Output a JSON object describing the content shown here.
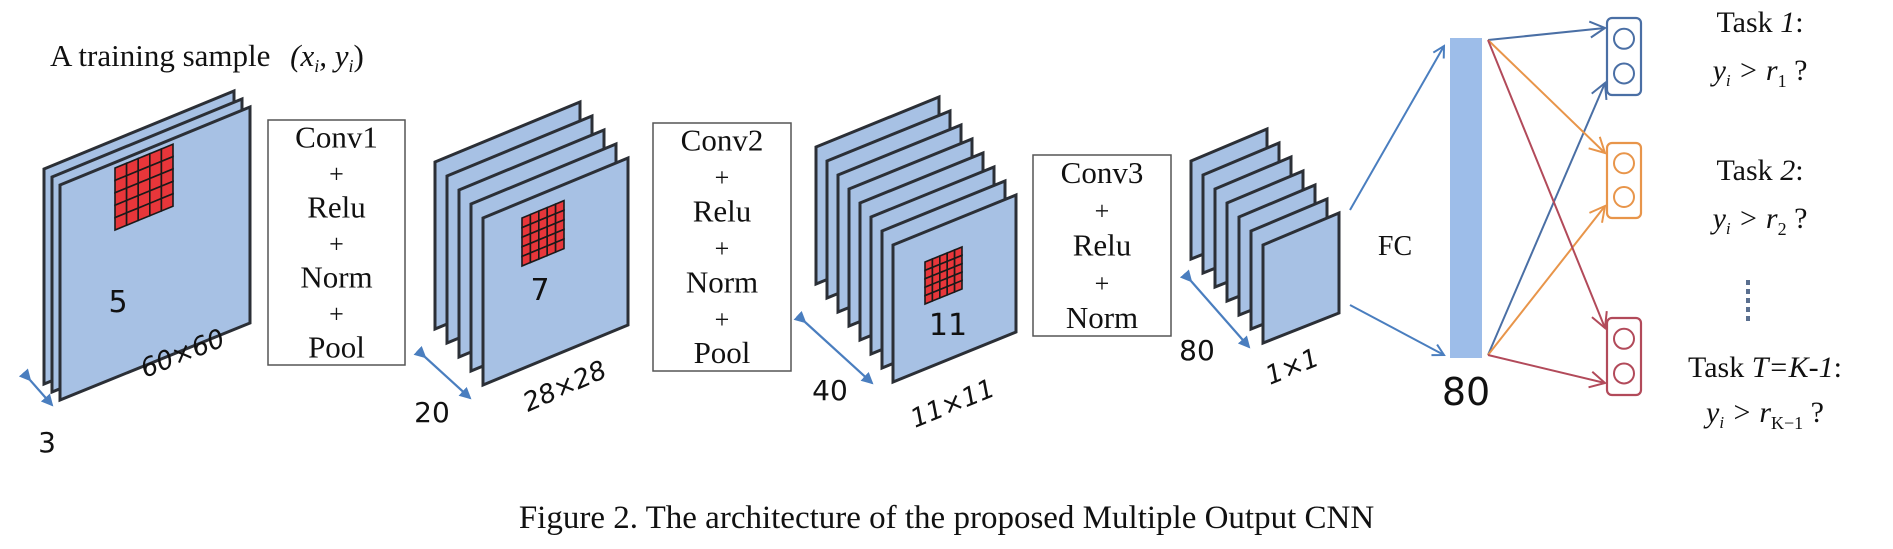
{
  "figure": {
    "input_label": {
      "text": "A training sample",
      "math": "(x",
      "sub_i": "i",
      "comma": ", y",
      "close": ")"
    },
    "feature_maps": [
      {
        "kernel_label": "5",
        "depth_label": "3",
        "size_label": "60×60",
        "sheets": 3,
        "kernel_grid": 5
      },
      {
        "kernel_label": "7",
        "depth_label": "20",
        "size_label": "28×28",
        "sheets": 5,
        "kernel_grid": 7
      },
      {
        "kernel_label": "11",
        "depth_label": "40",
        "size_label": "11×11",
        "sheets": 8,
        "kernel_grid": 11
      },
      {
        "kernel_label": "",
        "depth_label": "80",
        "size_label": "1×1",
        "sheets": 7,
        "kernel_grid": 0
      }
    ],
    "operations": [
      {
        "lines": [
          "Conv1",
          "+",
          "Relu",
          "+",
          "Norm",
          "+",
          "Pool"
        ]
      },
      {
        "lines": [
          "Conv2",
          "+",
          "Relu",
          "+",
          "Norm",
          "+",
          "Pool"
        ]
      },
      {
        "lines": [
          "Conv3",
          "+",
          "Relu",
          "+",
          "Norm"
        ]
      }
    ],
    "fc": {
      "label": "FC",
      "units_label": "80",
      "color": "#9dbde9"
    },
    "tasks": [
      {
        "title": "Task ",
        "index": "1",
        "suffix": ":",
        "cond_y": "y",
        "cond_sub": "i",
        "cond_op": " > r",
        "cond_r_sub": "1",
        "cond_q": " ?",
        "color": "#4a6fa5"
      },
      {
        "title": "Task ",
        "index": "2",
        "suffix": ":",
        "cond_y": "y",
        "cond_sub": "i",
        "cond_op": " > r",
        "cond_r_sub": "2",
        "cond_q": " ?",
        "color": "#e8954a"
      },
      {
        "title": "Task ",
        "index": "T=K-1",
        "suffix": ":",
        "cond_y": "y",
        "cond_sub": "i",
        "cond_op": " > r",
        "cond_r_sub": "K−1",
        "cond_q": " ?",
        "color": "#b24a5a"
      }
    ],
    "ellipsis": "⋮",
    "arrow_color": "#4a7ebf"
  },
  "caption": "Figure 2. The architecture of the proposed Multiple Output CNN"
}
